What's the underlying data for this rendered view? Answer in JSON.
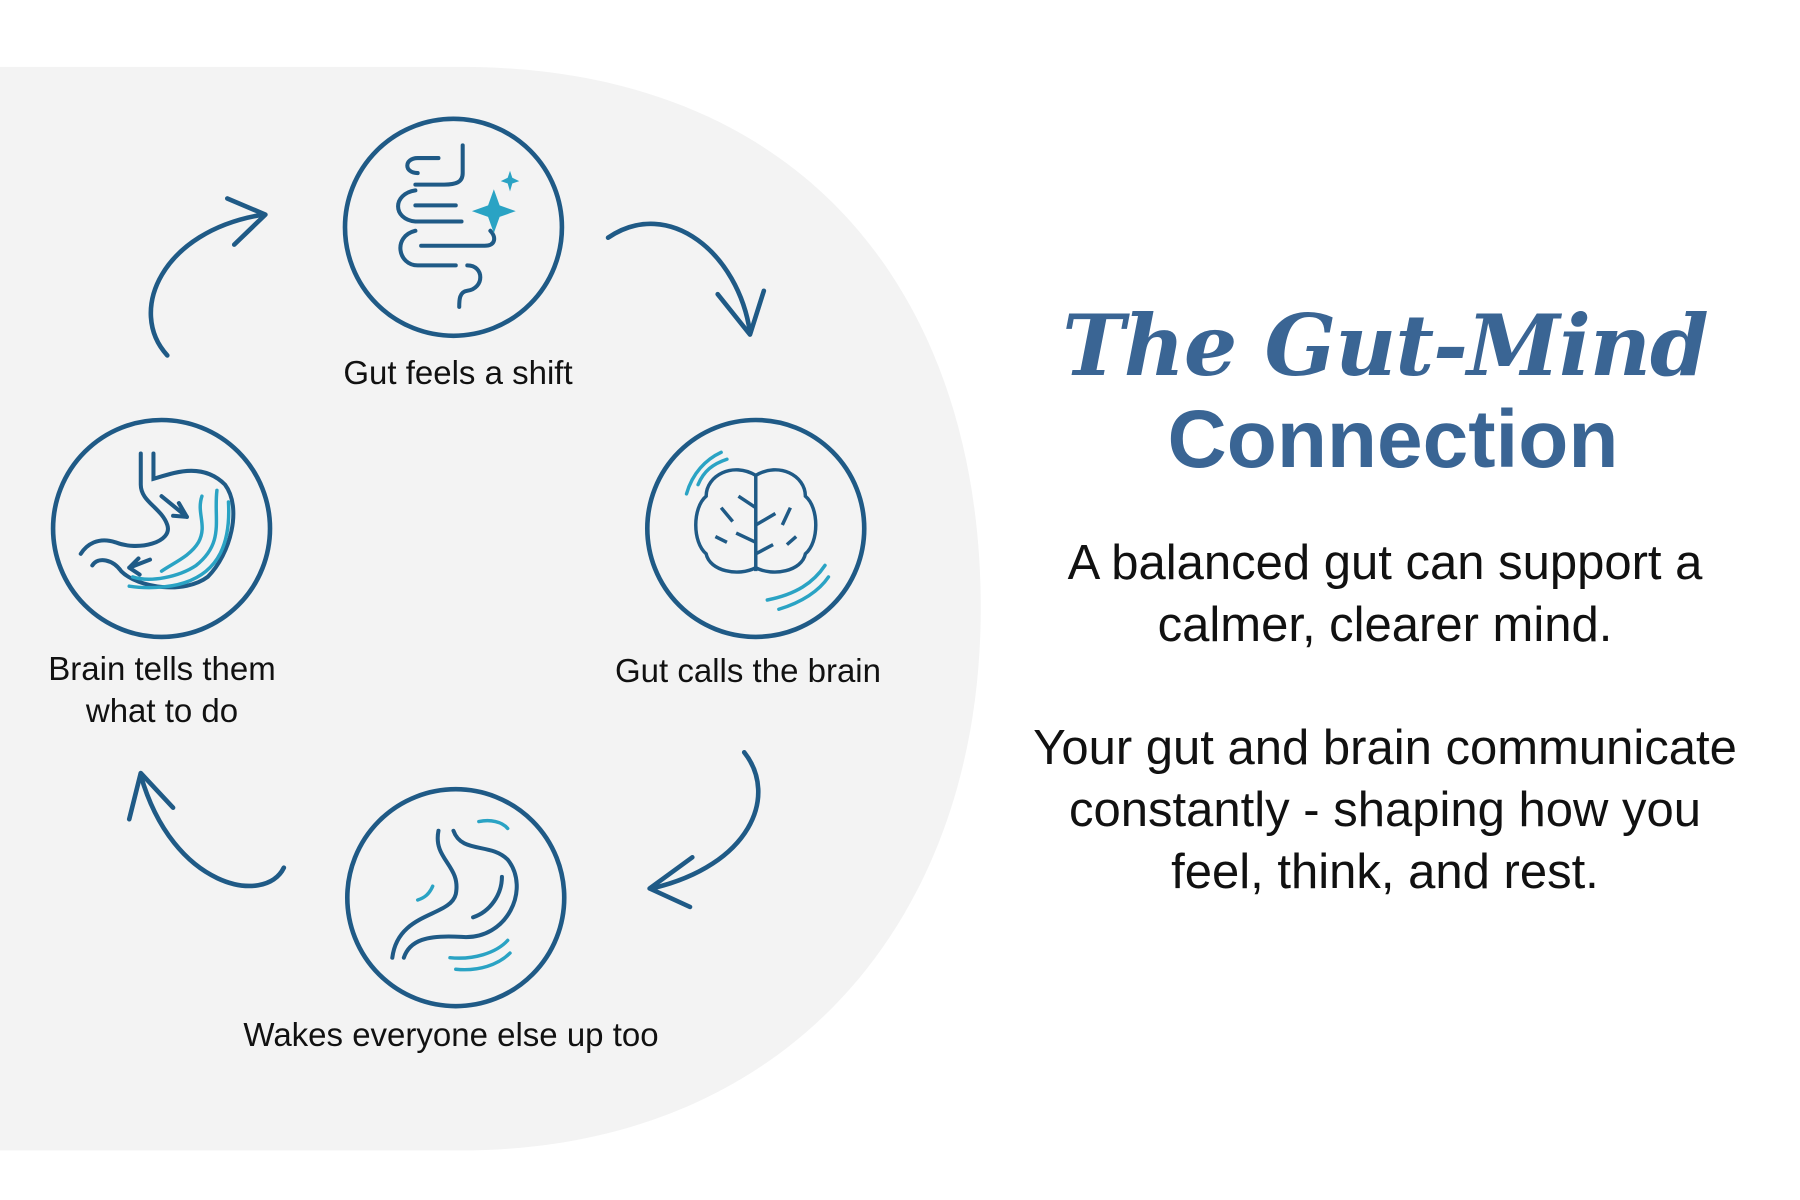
{
  "cycle": {
    "steps": [
      {
        "label": "Gut feels a shift",
        "icon": "intestine-sparkle-icon"
      },
      {
        "label": "Gut calls the brain",
        "icon": "brain-icon"
      },
      {
        "label": "Wakes everyone else up too",
        "icon": "stomach-icon"
      },
      {
        "label_line1": "Brain tells them",
        "label_line2": "what to do",
        "icon": "stomach-signal-icon"
      }
    ]
  },
  "heading": {
    "line1": "The Gut-Mind",
    "line2": "Connection"
  },
  "body": {
    "p1_line1": "A balanced gut can support a",
    "p1_line2": "calmer, clearer mind.",
    "p2_line1": "Your gut and brain communicate",
    "p2_line2": "constantly - shaping how you",
    "p2_line3": "feel, think, and rest."
  },
  "colors": {
    "navy": "#1f5a86",
    "teal": "#2aa3c4",
    "title": "#3a6594",
    "panel": "#f3f3f3"
  }
}
